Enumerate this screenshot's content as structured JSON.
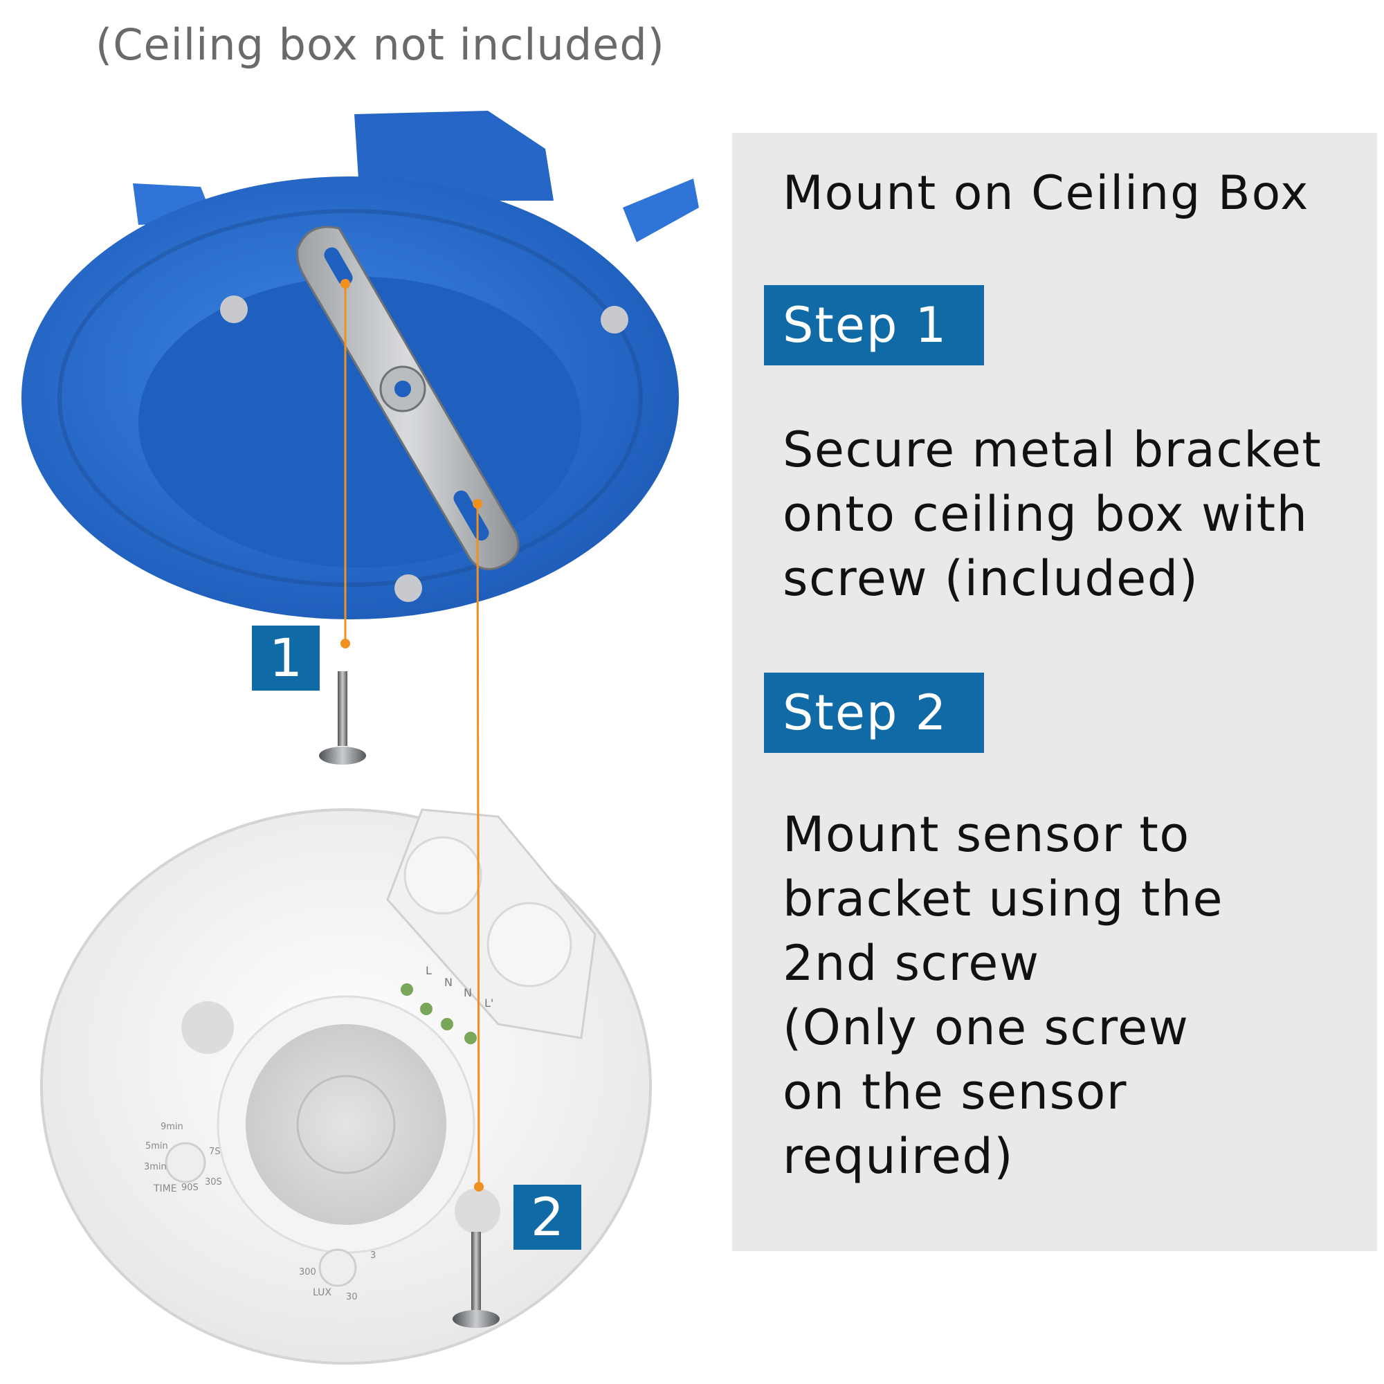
{
  "note": "(Ceiling box not included)",
  "panel": {
    "title": "Mount on Ceiling Box",
    "steps": [
      {
        "label": "Step 1",
        "text": "Secure metal bracket\nonto ceiling box with\nscrew (included)"
      },
      {
        "label": "Step 2",
        "text": "Mount sensor to\nbracket using the\n2nd screw\n(Only one screw\non the sensor\nrequired)"
      }
    ]
  },
  "callouts": {
    "one": "1",
    "two": "2"
  },
  "sensor_labels": {
    "terminal_l": "L",
    "terminal_n": "N",
    "terminal_n2": "N",
    "terminal_l2": "L'",
    "time_9min": "9min",
    "time_5min": "5min",
    "time_3min": "3min",
    "time_7s": "7S",
    "time_30s": "30S",
    "time_90s": "90S",
    "time_label": "TIME",
    "lux_300": "300",
    "lux_3": "3",
    "lux_30": "30",
    "lux_label": "LUX"
  },
  "colors": {
    "accent": "#0f6aa6",
    "leader_line": "#f0901e",
    "ceiling_box": "#2e72d2",
    "panel_bg": "#e9e9ea"
  }
}
